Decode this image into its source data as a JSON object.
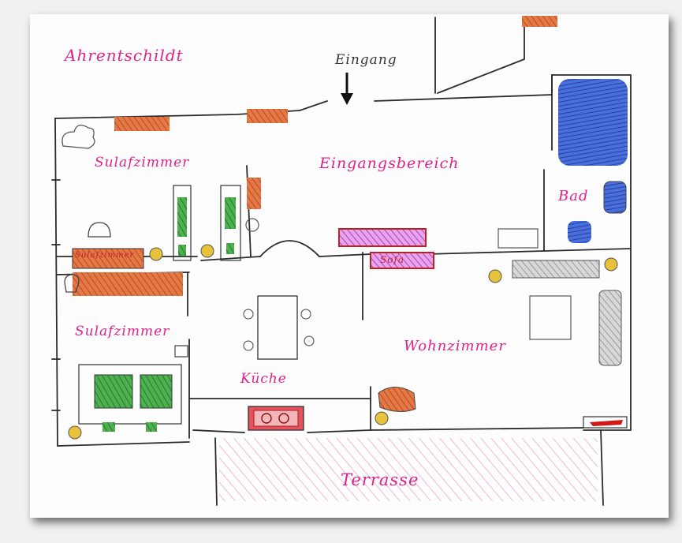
{
  "labels": {
    "owner": "Ahrentschildt",
    "entrance": "Eingang",
    "entrance_area": "Eingangsbereich",
    "bedroom_top": "Sulafzimmer",
    "bedroom_bottom": "Sulafzimmer",
    "bath": "Bad",
    "kitchen": "Küche",
    "living": "Wohnzimmer",
    "terrace": "Terrasse",
    "bed_note": "Sulafzimmer",
    "sofa_note": "Sofa"
  },
  "colors": {
    "ink": "#2b2b2b",
    "pink_text": "#e0208c",
    "orange_fill": "#d9622b",
    "green_fill": "#2e9e3a",
    "blue_fill": "#2f56c8",
    "purple_fill": "#b040c8",
    "red_fill": "#d01818",
    "yellow_fill": "#e8c23a",
    "grey_fill": "#9a9a9a",
    "terrace_fill": "#e89ac0"
  }
}
